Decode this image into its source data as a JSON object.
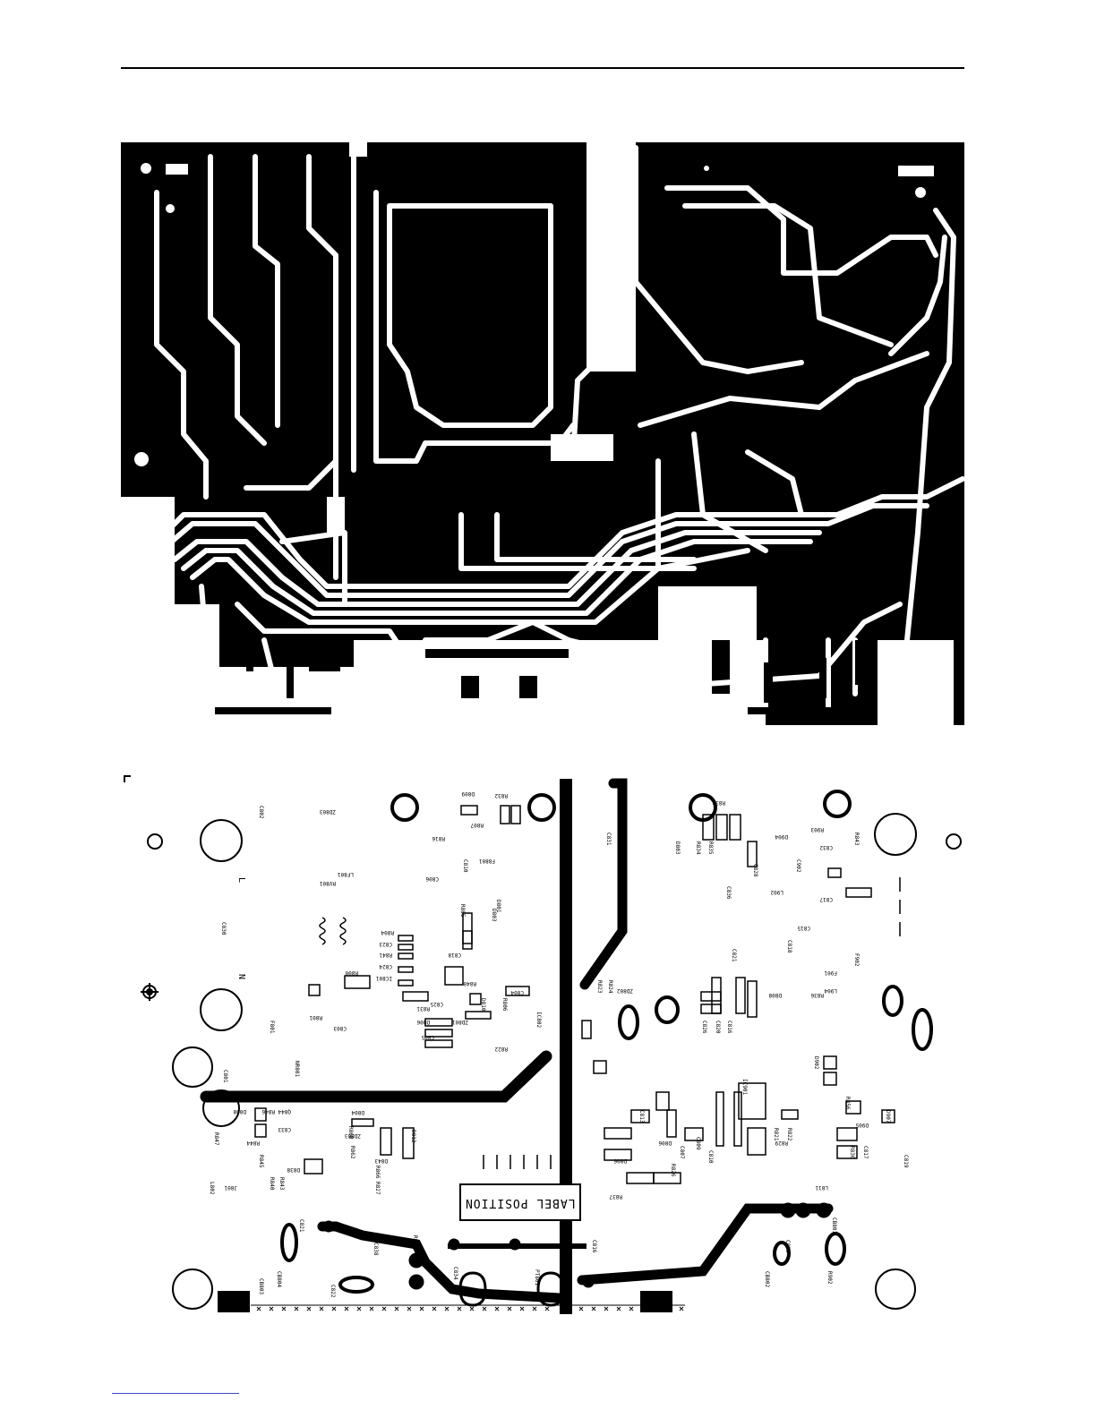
{
  "page": {
    "label_position_text": "LABEL POSITION"
  },
  "silkscreen_designators": {
    "top_left": [
      "ZD803",
      "RV801",
      "LF801",
      "C802",
      "L",
      "N",
      "F801",
      "C801",
      "R801",
      "C803",
      "R800",
      "NR801",
      "C830"
    ],
    "mid": [
      "D809",
      "R832",
      "R807",
      "C810",
      "R816",
      "D801",
      "F8801",
      "D803",
      "C806",
      "R805",
      "R804",
      "C823",
      "R841",
      "C824",
      "IC801",
      "C818",
      "R840",
      "R831",
      "D806",
      "D810",
      "ZD801",
      "C805",
      "R822",
      "C825",
      "IC802",
      "R806",
      "C804"
    ],
    "bottom_left": [
      "JS17",
      "D808",
      "R846",
      "Q844",
      "R847",
      "C833",
      "R844",
      "R845",
      "R843",
      "R840",
      "D838",
      "L802",
      "J801",
      "D804",
      "R860",
      "ZD803",
      "R862",
      "R866",
      "D843",
      "R827",
      "D812"
    ],
    "bottom_mid": [
      "C821",
      "C838",
      "R838",
      "C834",
      "PT801",
      "C816",
      "C822",
      "CB804",
      "CB803"
    ],
    "right": [
      "C831",
      "D803",
      "R833",
      "R834",
      "R835",
      "C828",
      "C836",
      "D904",
      "R903",
      "R843",
      "C832",
      "C902",
      "C815",
      "C818",
      "C821",
      "C817",
      "R823",
      "R824",
      "ZD802",
      "C826",
      "C820",
      "C816",
      "R836",
      "D808",
      "F902",
      "L902",
      "D907",
      "R856",
      "D905",
      "IC901",
      "R821",
      "R822",
      "C813",
      "D806",
      "C807",
      "C809",
      "C810",
      "R829",
      "R826",
      "D806",
      "R837",
      "R836",
      "C817",
      "L811",
      "C819",
      "C820",
      "CB801",
      "CB802",
      "R902",
      "D902",
      "L904",
      "F901"
    ]
  }
}
